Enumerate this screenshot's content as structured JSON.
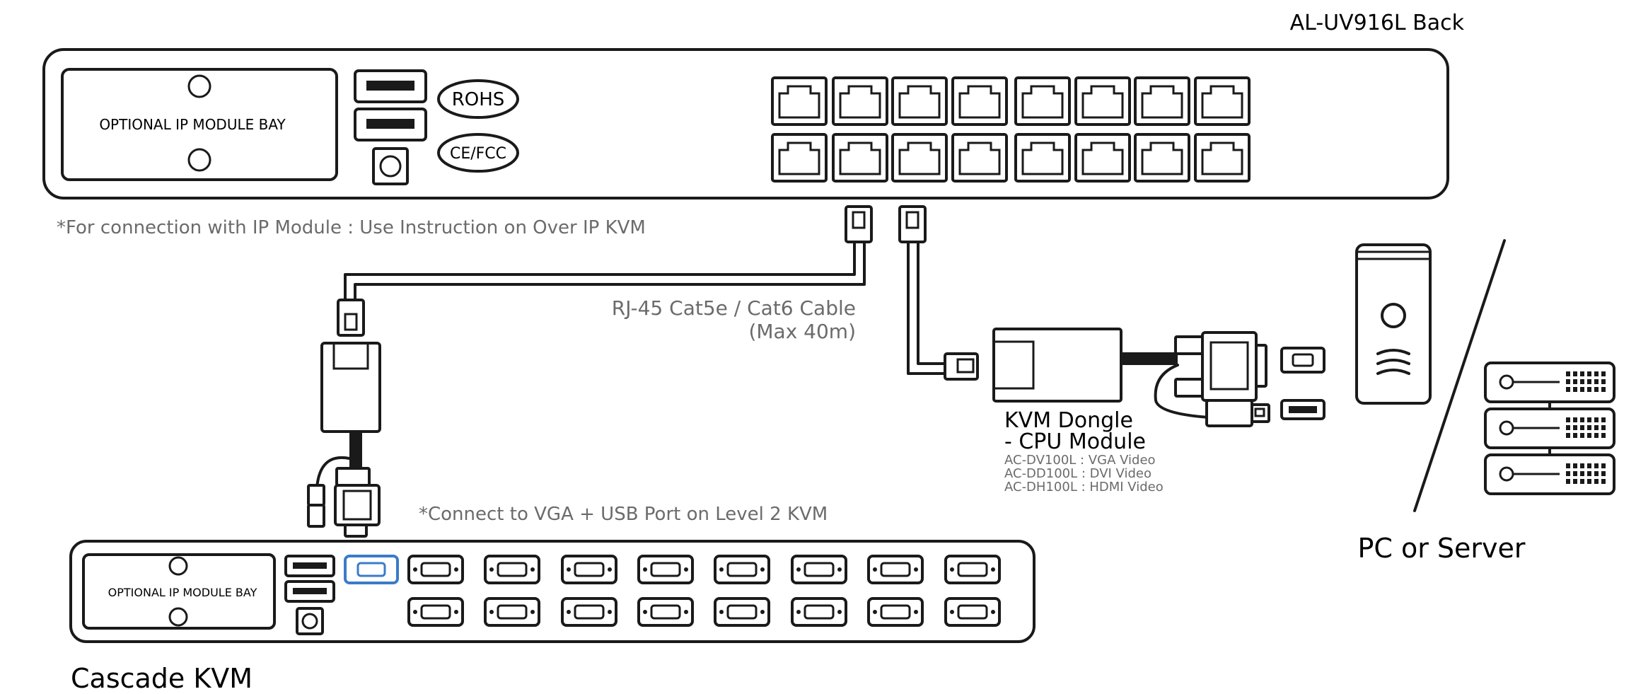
{
  "title": "AL-UV916L Back",
  "main_unit": {
    "module_bay_label": "OPTIONAL IP MODULE BAY",
    "badges": [
      "ROHS",
      "CE/FCC"
    ],
    "ip_note": "*For connection with IP Module : Use Instruction on Over IP KVM"
  },
  "cable": {
    "line1": "RJ-45 Cat5e / Cat6 Cable",
    "line2": "(Max 40m)"
  },
  "dongle": {
    "title_line1": "KVM Dongle",
    "title_line2": "- CPU Module",
    "models": [
      "AC-DV100L : VGA Video",
      "AC-DD100L : DVI Video",
      "AC-DH100L : HDMI Video"
    ]
  },
  "pc_label": "PC or Server",
  "cascade": {
    "note": "*Connect to VGA + USB Port on Level 2 KVM",
    "module_bay_label": "OPTIONAL IP MODULE BAY",
    "label": "Cascade KVM"
  },
  "colors": {
    "line": "#1a1a1a",
    "note_text": "#6b6b6b",
    "highlight_port": "#3a7cc8"
  }
}
